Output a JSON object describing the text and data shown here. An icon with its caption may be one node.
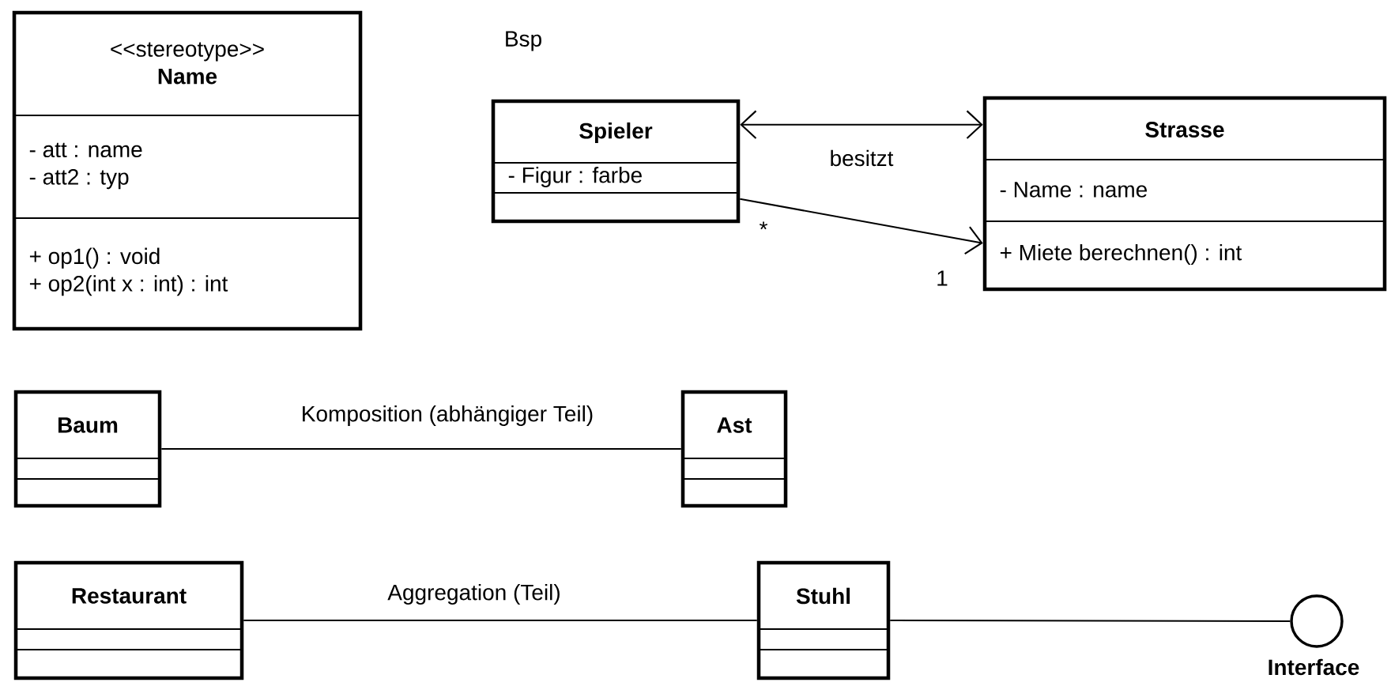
{
  "diagram": {
    "nodes": [
      {
        "text": [
          "<<stereotype>>",
          "Name",
          "- att : name",
          "- att2 : typ",
          "+ op1() : void",
          "+ op2(int x : int) : int"
        ]
      },
      {
        "text": [
          "Spieler",
          "- Figur : farbe"
        ]
      },
      {
        "text": [
          "Strasse",
          "- Name : name",
          "+ Miete berechnen() : int"
        ]
      },
      {
        "text": [
          "Baum"
        ]
      },
      {
        "text": [
          "Ast"
        ]
      },
      {
        "text": [
          "Restaurant"
        ]
      },
      {
        "text": [
          "Stuhl"
        ]
      },
      {
        "text": [
          "Interface"
        ]
      }
    ],
    "edges": [
      {
        "from": 1,
        "to": 2,
        "arrow": "both",
        "label": "besitzt"
      },
      {
        "from": 1,
        "to": 2,
        "arrow": "to"
      },
      {
        "from": 3,
        "to": 4,
        "arrow": "none",
        "label": "Komposition (abhängiger Teil)"
      },
      {
        "from": 5,
        "to": 6,
        "arrow": "none",
        "label": "Aggregation (Teil)"
      },
      {
        "from": 6,
        "to": 7,
        "arrow": "none"
      }
    ],
    "labels": [
      "Bsp",
      "*",
      "1"
    ]
  }
}
